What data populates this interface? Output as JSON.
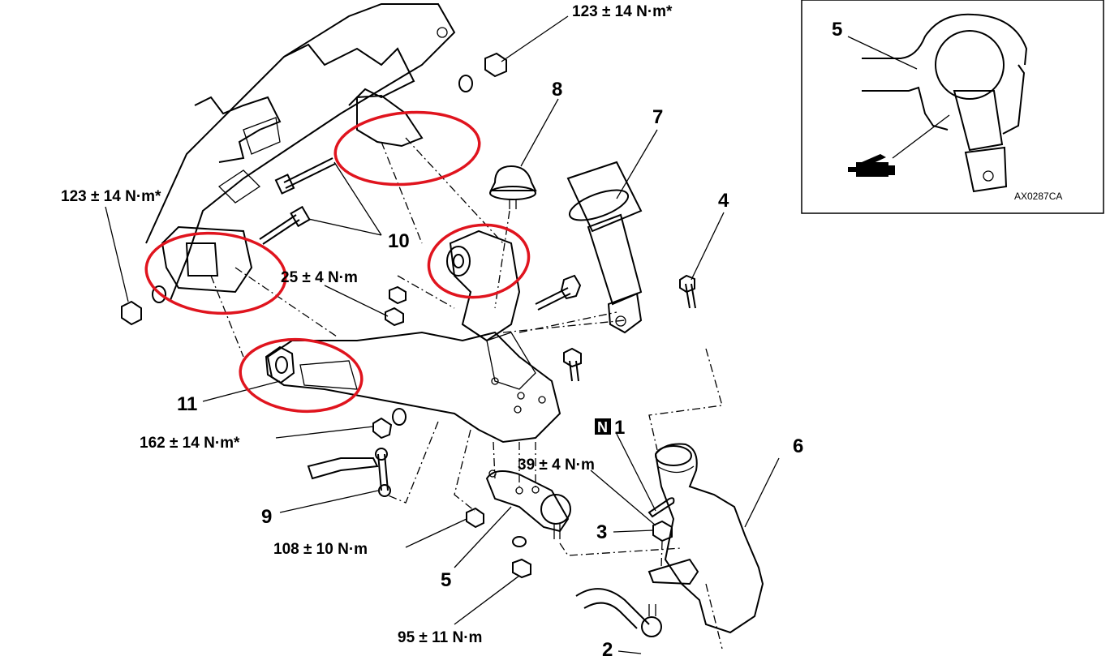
{
  "diagram": {
    "torque_labels": {
      "top_bolt": "123 ± 14 N·m*",
      "left_bolt": "123 ± 14 N·m*",
      "bump_nut": "25 ± 4 N·m",
      "bushing_nut": "162 ± 14 N·m*",
      "ball_joint_nut": "39 ± 4 N·m",
      "stabilizer_nut": "108 ± 10 N·m",
      "lower_nut": "95 ± 11 N·m"
    },
    "part_numbers": {
      "p1": "1",
      "p1_badge": "N",
      "p2": "2",
      "p3": "3",
      "p4": "4",
      "p5": "5",
      "p6": "6",
      "p7": "7",
      "p8": "8",
      "p9": "9",
      "p10": "10",
      "p11": "11"
    },
    "inset": {
      "part_number": "5",
      "code": "AX0287CA"
    },
    "highlight_color": "#e0141e"
  }
}
